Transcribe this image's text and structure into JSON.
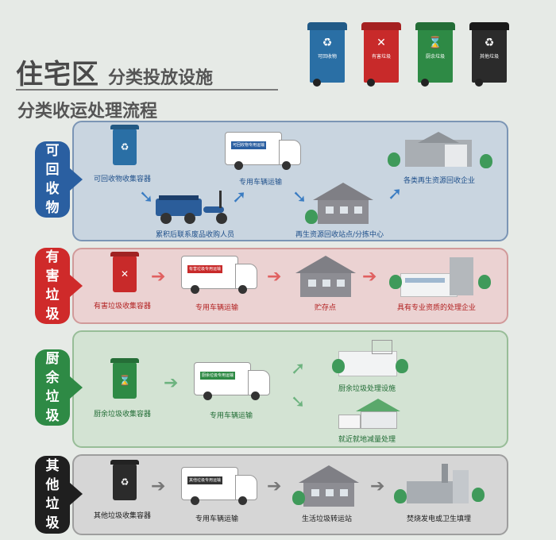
{
  "header": {
    "title_main": "住宅区",
    "title_sub": "分类投放设施",
    "subtitle": "分类收运处理流程"
  },
  "top_bins": [
    {
      "color": "#2a6fa5",
      "symbol": "♻",
      "label": "可回收物"
    },
    {
      "color": "#c82a2a",
      "symbol": "✕",
      "label": "有害垃圾"
    },
    {
      "color": "#2e8a45",
      "symbol": "⌛",
      "label": "厨余垃圾"
    },
    {
      "color": "#2b2b2b",
      "symbol": "♻",
      "label": "其他垃圾"
    }
  ],
  "recyclable": {
    "tag": [
      "可",
      "回",
      "收",
      "物"
    ],
    "color": "#2a5fa1",
    "panel_bg": "#c9d5e0",
    "truck_label": "可回收物专用运输车",
    "labels": {
      "container": "可回收物收集容器",
      "collector": "累积后联系废品收购人员",
      "transport": "专用车辆运输",
      "station": "再生资源回收站点/分拣中心",
      "enterprise": "各类再生资源回收企业"
    }
  },
  "hazardous": {
    "tag": [
      "有",
      "害",
      "垃",
      "圾"
    ],
    "color": "#cf2a2a",
    "panel_bg": "#ebd2d2",
    "truck_label": "有害垃圾专用运输车",
    "labels": {
      "container": "有害垃圾收集容器",
      "transport": "专用车辆运输",
      "storage": "贮存点",
      "enterprise": "具有专业资质的处理企业"
    }
  },
  "kitchen": {
    "tag": [
      "厨",
      "余",
      "垃",
      "圾"
    ],
    "color": "#2e8a45",
    "panel_bg": "#d3e3d3",
    "truck_label": "厨余垃圾专用运输车",
    "labels": {
      "container": "厨余垃圾收集容器",
      "transport": "专用车辆运输",
      "facility": "厨余垃圾处理设施",
      "local": "就近就地减量处理"
    }
  },
  "other": {
    "tag": [
      "其",
      "他",
      "垃",
      "圾"
    ],
    "color": "#1f1f1f",
    "panel_bg": "#d6d6d6",
    "truck_label": "其他垃圾专用运输车",
    "labels": {
      "container": "其他垃圾收集容器",
      "transport": "专用车辆运输",
      "transfer": "生活垃圾转运站",
      "disposal": "焚烧发电或卫生填埋"
    }
  }
}
